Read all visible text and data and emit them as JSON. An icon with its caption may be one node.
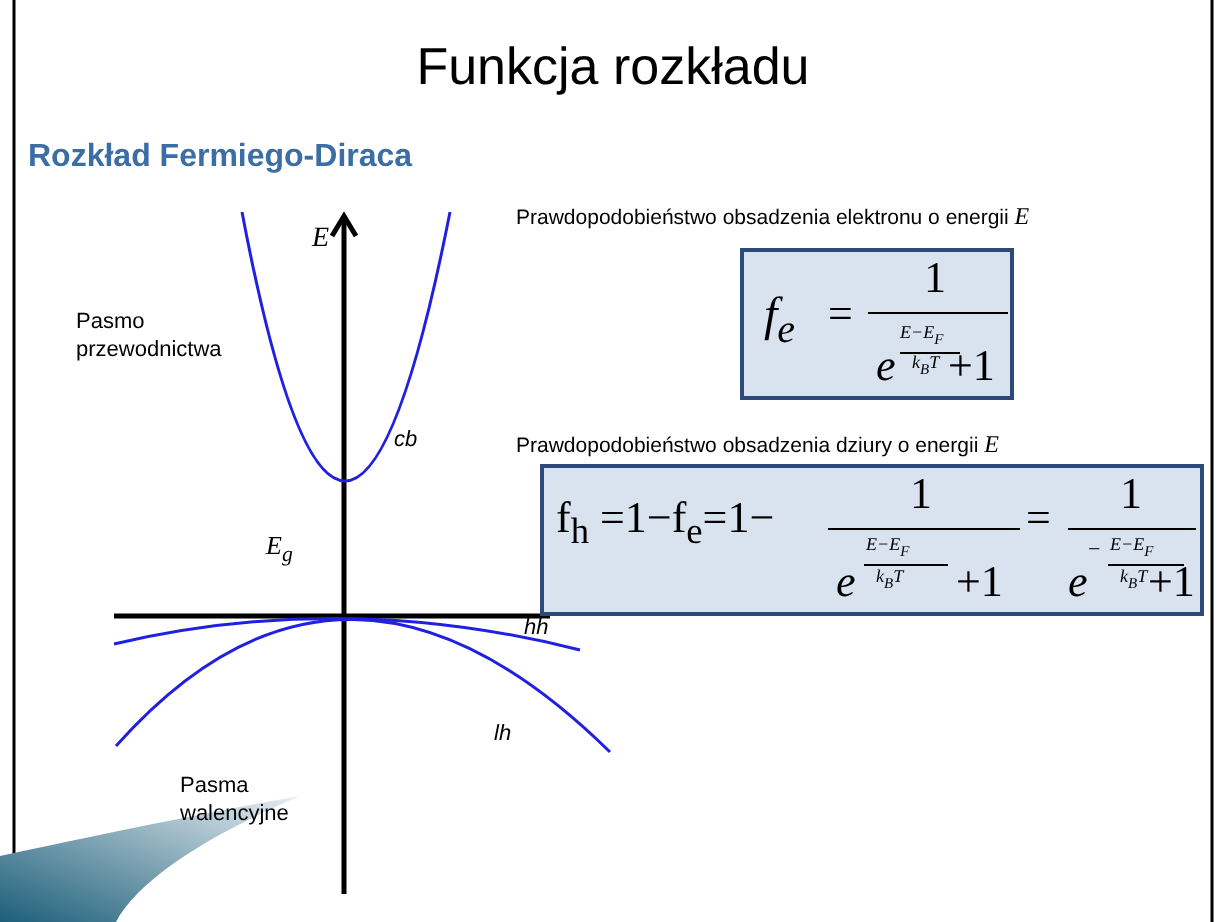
{
  "diagram": {
    "title": "Funkcja rozkładu",
    "nodes": [
      {
        "text": [
          "Prawdopodobieństwo obsadzenia elektronu o energii *E*",
          "f$_{e}$",
          "=",
          "1",
          "e",
          "E−E$_{F}$",
          "k$_{B}$T",
          "+1"
        ]
      },
      {
        "text": [
          "Prawdopodobieństwo obsadzenia dziury o energii *E*",
          "f$_{h}$ =1−f$_{e}$=1−",
          "1",
          "e",
          "E−E$_{F}$",
          "k$_{B}$T",
          "+1",
          "=",
          "1",
          "e",
          "−",
          "E−E$_{F}$",
          "k$_{B}$T",
          "+1"
        ]
      }
    ],
    "labels": [
      "Rozkład Fermiego-Diraca",
      "E",
      "Pasmo przewodnictwa",
      "cb",
      "E$_{g}$",
      "hh",
      "lh",
      "Pasma walencyjne"
    ]
  }
}
